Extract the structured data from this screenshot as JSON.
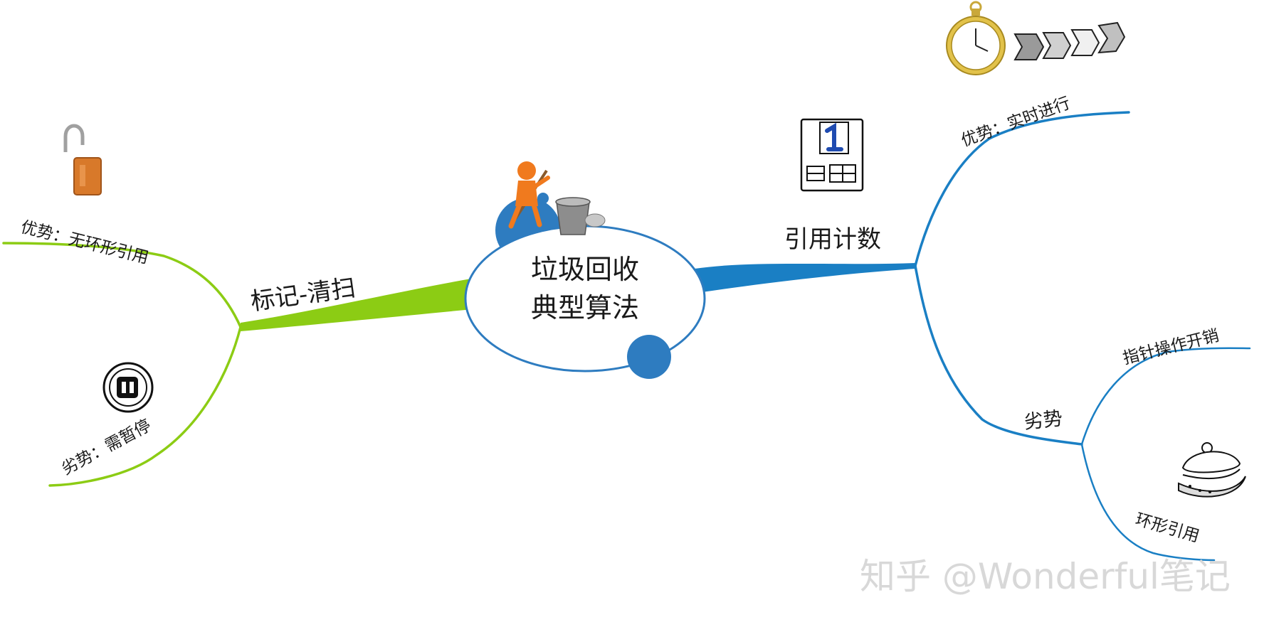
{
  "center": {
    "line1": "垃圾回收",
    "line2": "典型算法"
  },
  "left_branch": {
    "title": "标记-清扫",
    "advantage": "优势：无环形引用",
    "disadvantage": "劣势：需暂停",
    "color": "#8ccc14"
  },
  "right_branch": {
    "title": "引用计数",
    "advantage": "优势：实时进行",
    "disadvantage": "劣势",
    "disadvantage_items": [
      "指针操作开销",
      "环形引用"
    ],
    "color": "#1a7fc4"
  },
  "icons": {
    "center": "janitor-trash-icon",
    "left_top": "open-padlock-icon",
    "left_bottom": "pause-icon",
    "right_main": "calendar-counter-icon",
    "right_top": "stopwatch-arrows-icon",
    "right_bottom": "pie-icon"
  },
  "watermark": "知乎 @Wonderful笔记"
}
